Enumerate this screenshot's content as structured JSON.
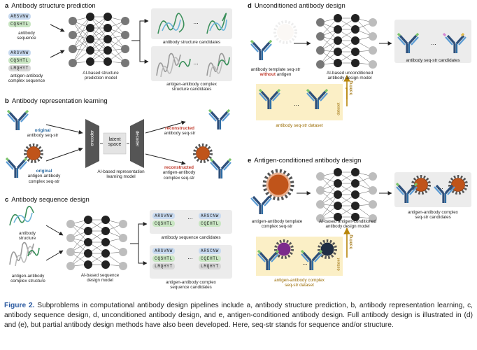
{
  "panel_a": {
    "letter": "a",
    "title": "Antibody structure prediction",
    "seq1": [
      "ARSVNW",
      "CQSHTL"
    ],
    "seq1_label": "antibody\nsequence",
    "seq2": [
      "ARSVNW",
      "CQSHTL",
      "LMQHYT"
    ],
    "seq2_label": "antigen-antibody\ncomplex sequence",
    "model_label": "AI-based structure\nprediction model",
    "out1_label": "antibody structure candidates",
    "out2_label": "antigen-antibody complex\nstructure candidates",
    "ellipsis": "..."
  },
  "panel_b": {
    "letter": "b",
    "title": "Antibody representation learning",
    "in1_highlight": "original",
    "in1_rest": "antibody seq-str",
    "in2_highlight": "original",
    "in2_rest": "antigen-antibody\ncomplex seq-str",
    "encoder": "encoder",
    "latent": "latent\nspace",
    "decoder": "decoder",
    "model_label": "AI-based representation\nlearning model",
    "out1_highlight": "reconstructed",
    "out1_rest": "antibody seq-str",
    "out2_highlight": "reconstructed",
    "out2_rest": "antigen-antibody\ncomplex seq-str"
  },
  "panel_c": {
    "letter": "c",
    "title": "Antibody sequence design",
    "in1_label": "antibody\nstructure",
    "in2_label": "antigen-antibody\ncomplex structure",
    "model_label": "AI-based sequence\ndesign model",
    "cand1": [
      [
        "ARSVNW",
        "CQSHTL"
      ],
      [
        "ARSCNW",
        "CQEHTL"
      ]
    ],
    "cand1_label": "antibody sequence candidates",
    "cand2": [
      [
        "ARSVNW",
        "CQSHTL",
        "LMQHYT"
      ],
      [
        "ARSCNW",
        "CQEHTL",
        "LMQHYT"
      ]
    ],
    "cand2_label": "antigen-antibody complex\nsequence candidates",
    "ellipsis": "..."
  },
  "panel_d": {
    "letter": "d",
    "title": "Unconditioned antibody design",
    "template_label_1": "antibody template seq-str",
    "template_label_2": "without",
    "template_label_3": "antigen",
    "model_label": "AI-based unconditioned\nantibody design model",
    "out_label": "antibody seq-str candidates",
    "dataset_label": "antibody seq-str dataset",
    "dataset_tag": "dataset",
    "training": "training",
    "ellipsis": "..."
  },
  "panel_e": {
    "letter": "e",
    "title": "Antigen-conditioned antibody design",
    "template_label": "antigen-antibody template\ncomplex seq-str",
    "model_label": "AI-based antigen-conditioned\nantibody design model",
    "out_label": "antigen-antibody complex\nseq-str candidates",
    "dataset_label": "antigen-antibody complex\nseq-str dataset",
    "dataset_tag": "dataset",
    "training": "training",
    "ellipsis": "..."
  },
  "caption": {
    "figure": "Figure 2.",
    "text": " Subproblems in computational antibody design pipelines include a, antibody structure prediction, b, antibody representation learning, c, antibody sequence design, d, unconditioned antibody design, and e, antigen-conditioned antibody design. Full antibody design is illustrated in (d) and (e), but partial antibody design methods have also been developed. Here, seq-str stands for sequence and/or structure."
  },
  "colors": {
    "chip_blue": "#c8daf0",
    "chip_green": "#c9e6c3",
    "chip_gray": "#d8d8d8",
    "antigen_orange": "#c0541a",
    "antigen_purple": "#7b2a8c",
    "antigen_navy": "#1f2d44",
    "highlight_red": "#c0392b",
    "highlight_blue": "#2e6da4",
    "dataset_bg": "#fbefc6",
    "training_arrow": "#b8860b",
    "caption_blue": "#2c5aa0"
  },
  "icons": [
    "neural-network-icon",
    "antibody-icon",
    "antigen-icon",
    "protein-ribbon-icon",
    "arrow-icon"
  ]
}
